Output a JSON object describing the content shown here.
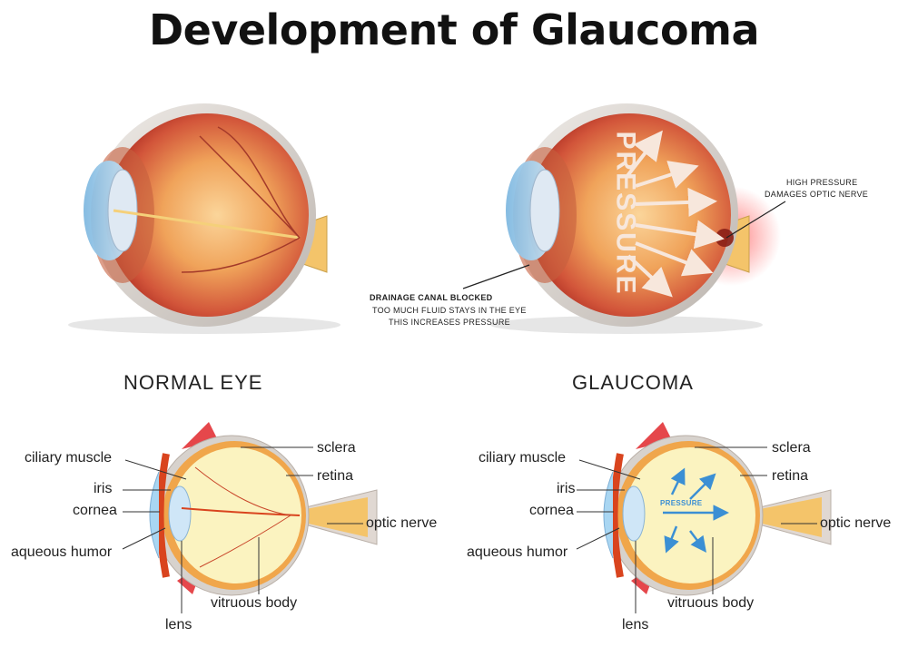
{
  "title": "Development of Glaucoma",
  "sections": {
    "normal": "NORMAL EYE",
    "glaucoma": "GLAUCOMA"
  },
  "callouts": {
    "drainage_title": "DRAINAGE CANAL BLOCKED",
    "drainage_line1": "TOO MUCH FLUID STAYS IN THE EYE",
    "drainage_line2": "THIS INCREASES PRESSURE",
    "optic_line1": "HIGH PRESSURE",
    "optic_line2": "DAMAGES  OPTIC NERVE",
    "pressure_big": "PRESSURE",
    "pressure_small": "PRESSURE"
  },
  "labels": {
    "ciliary_muscle": "ciliary muscle",
    "iris": "iris",
    "cornea": "cornea",
    "aqueous_humor": "aqueous humor",
    "lens": "lens",
    "sclera": "sclera",
    "retina": "retina",
    "optic_nerve": "optic nerve",
    "vitruous_body": "vitruous body"
  },
  "colors": {
    "eyeball_outer": "#c0392b",
    "eyeball_inner": "#f2a85b",
    "vitreous": "#fbf3c0",
    "sclera": "#d9d4d0",
    "cornea": "#a9d6f2",
    "nerve": "#f4c46a",
    "arrow_pressure": "#3b8fd4"
  }
}
